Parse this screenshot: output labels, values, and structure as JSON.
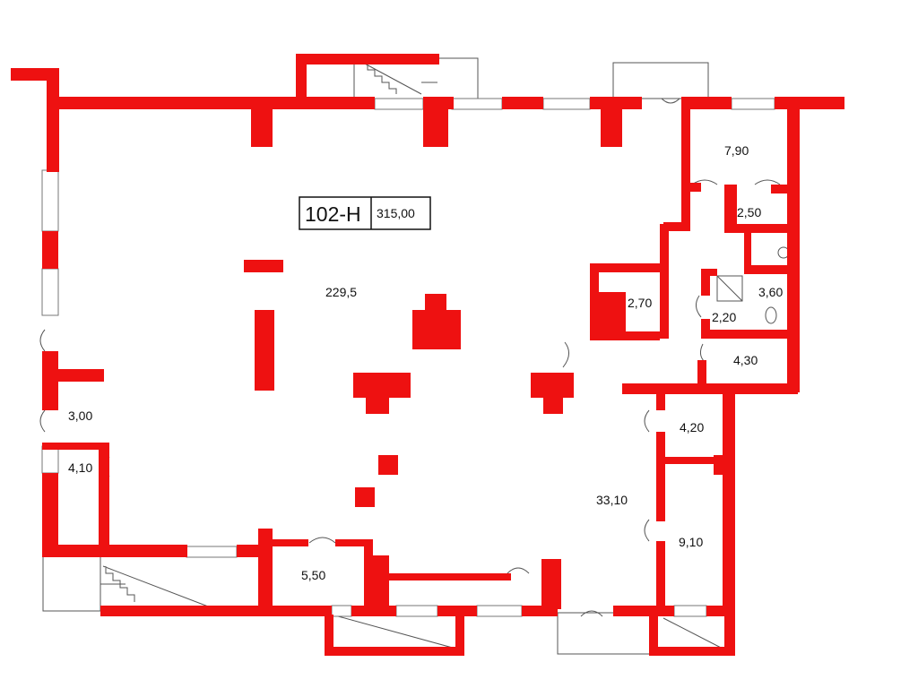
{
  "plan": {
    "unit_id": "102-Н",
    "total_area": "315,00",
    "colors": {
      "wall": "#ee1111",
      "line": "#555555",
      "background": "#ffffff"
    },
    "rooms": [
      {
        "id": "main-hall",
        "area": "229,5"
      },
      {
        "id": "room-790",
        "area": "7,90"
      },
      {
        "id": "room-250",
        "area": "2,50"
      },
      {
        "id": "room-270",
        "area": "2,70"
      },
      {
        "id": "room-360",
        "area": "3,60"
      },
      {
        "id": "room-220",
        "area": "2,20"
      },
      {
        "id": "room-430",
        "area": "4,30"
      },
      {
        "id": "room-300",
        "area": "3,00"
      },
      {
        "id": "room-410",
        "area": "4,10"
      },
      {
        "id": "room-420",
        "area": "4,20"
      },
      {
        "id": "room-3310",
        "area": "33,10"
      },
      {
        "id": "room-910",
        "area": "9,10"
      },
      {
        "id": "room-550",
        "area": "5,50"
      }
    ]
  }
}
